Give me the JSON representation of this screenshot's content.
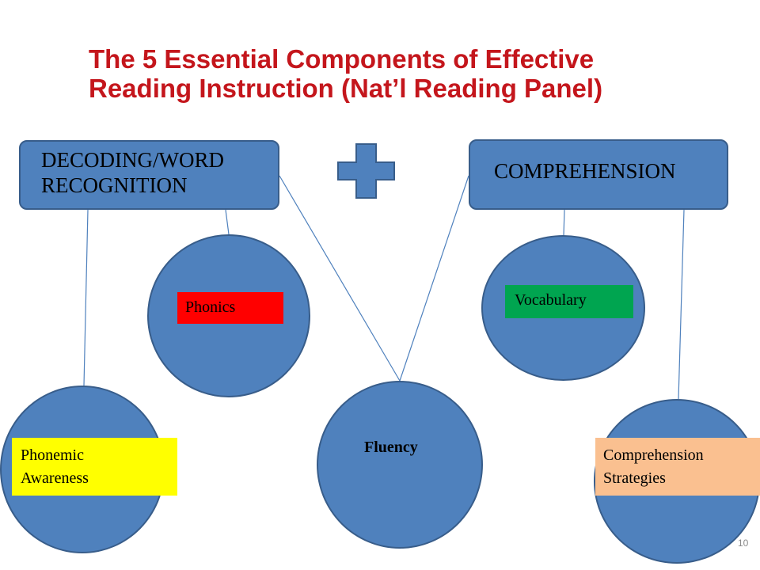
{
  "title": {
    "line1": "The  5 Essential Components of Effective",
    "line2": "Reading Instruction  (Nat’l Reading Panel)"
  },
  "groups": {
    "decoding": "DECODING/WORD RECOGNITION",
    "comprehension": "COMPREHENSION"
  },
  "plus_icon": "plus-icon",
  "components": {
    "phonics": "Phonics",
    "vocabulary": "Vocabulary",
    "phonemic_line1": "Phonemic",
    "phonemic_line2": "Awareness",
    "fluency": "Fluency",
    "comp_strat_line1": "Comprehension",
    "comp_strat_line2": "Strategies"
  },
  "colors": {
    "title": "#c4161c",
    "node_fill": "#4f81bd",
    "phonics": "#ff0000",
    "vocabulary": "#00a550",
    "phonemic": "#ffff00",
    "comp_strategies": "#fac090",
    "plus": "#4f81bd"
  },
  "page_number": "10"
}
